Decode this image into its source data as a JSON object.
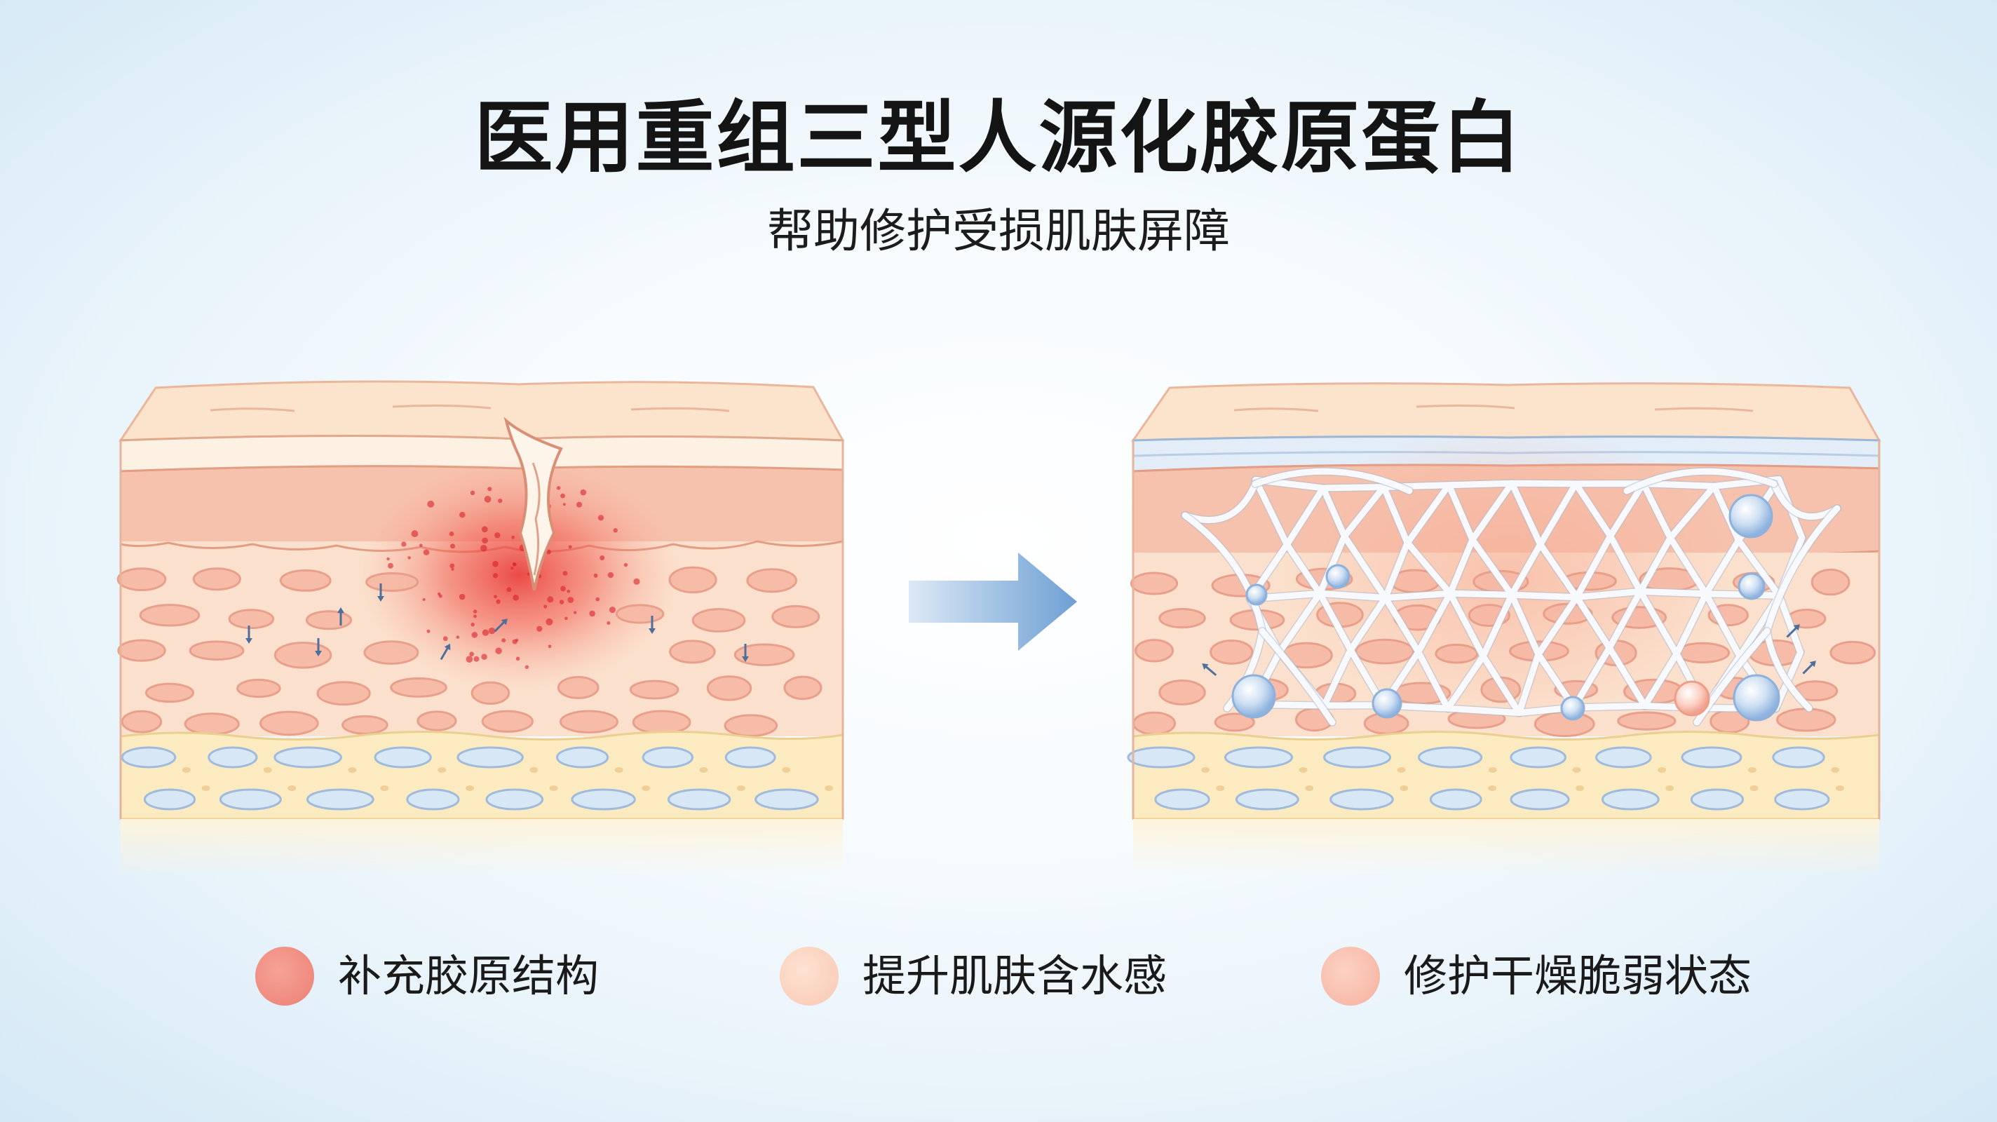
{
  "header": {
    "title": "医用重组三型人源化胶原蛋白",
    "subtitle": "帮助修护受损肌肤屏障"
  },
  "diagram": {
    "left_panel": "damaged-skin",
    "right_panel": "repaired-skin-with-collagen-network",
    "arrow": "arrow-right-icon"
  },
  "legend": [
    {
      "label": "补充胶原结构",
      "dot_color": "#f08b80"
    },
    {
      "label": "提升肌肤含水感",
      "dot_color": "#fbd3c0"
    },
    {
      "label": "修护干燥脆弱状态",
      "dot_color": "#f8bfae"
    }
  ],
  "colors": {
    "epidermis_top": "#fbe3cc",
    "dermis": "#f7c3b1",
    "cell": "#f4a998",
    "fat_cell": "#d5e5f4",
    "collagen": "#ffffff",
    "droplet": "#b8d2ee",
    "arrow": "#7aa6d6",
    "inflammation": "#ec3b37"
  }
}
